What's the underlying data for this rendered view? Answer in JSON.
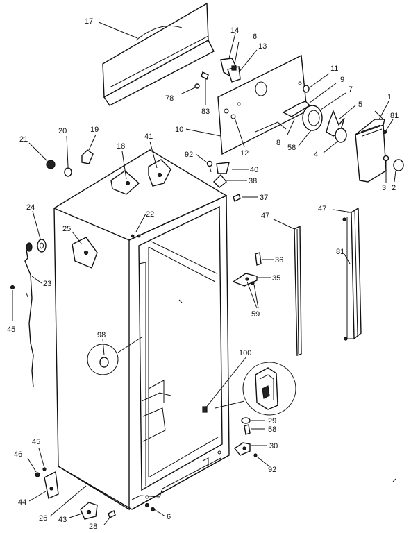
{
  "callouts": {
    "c17": "17",
    "c14": "14",
    "c6a": "6",
    "c13": "13",
    "c78": "78",
    "c83": "83",
    "c11": "11",
    "c9": "9",
    "c7": "7",
    "c1": "1",
    "c5": "5",
    "c81a": "81",
    "c10": "10",
    "c8": "8",
    "c58a": "58",
    "c4": "4",
    "c12": "12",
    "c3": "3",
    "c2": "2",
    "c21": "21",
    "c20": "20",
    "c19": "19",
    "c18": "18",
    "c41": "41",
    "c92a": "92",
    "c40": "40",
    "c38": "38",
    "c37": "37",
    "c24": "24",
    "c22": "22",
    "c47a": "47",
    "c47b": "47",
    "c25": "25",
    "c36": "36",
    "c81b": "81",
    "c35": "35",
    "c23": "23",
    "c59": "59",
    "c45a": "45",
    "c98": "98",
    "c100": "100",
    "c29": "29",
    "c58b": "58",
    "c30": "30",
    "c45b": "45",
    "c46": "46",
    "c92b": "92",
    "c44": "44",
    "c6b": "6",
    "c26": "26",
    "c43": "43",
    "c28": "28"
  }
}
